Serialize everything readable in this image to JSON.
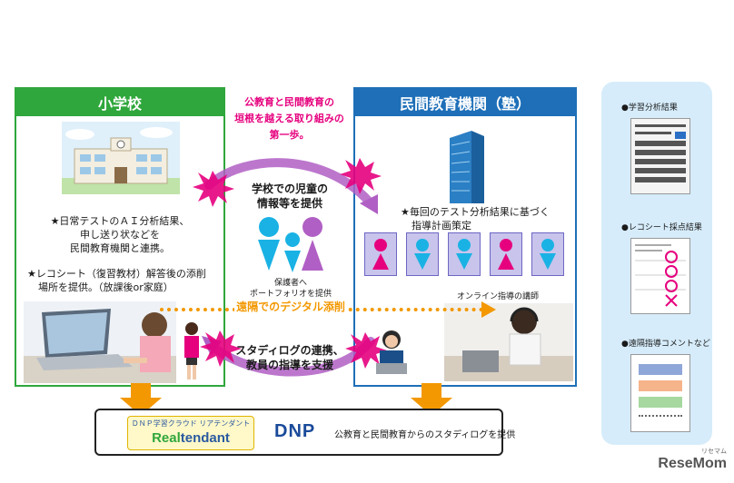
{
  "elementary": {
    "title": "小学校",
    "text1": [
      "★日常テストのＡＩ分析結果、",
      "申し送り状などを",
      "民間教育機関と連携。"
    ],
    "text2": [
      "★レコシート（復習教材）解答後の添削",
      "場所を提供。（放課後or家庭）"
    ]
  },
  "juku": {
    "title": "民間教育機関（塾）",
    "text1": [
      "★毎回のテスト分析結果に基づく",
      "指導計画策定"
    ],
    "tutor_label": "オンライン指導の講師"
  },
  "center": {
    "headline": [
      "公教育と民間教育の",
      "垣根を越える取り組みの",
      "第一歩。"
    ],
    "flow_top": [
      "学校での児童の",
      "情報等を提供"
    ],
    "guardian": [
      "保護者へ",
      "ポートフォリオを提供"
    ],
    "remote": "遠隔でのデジタル添削",
    "flow_bottom": [
      "スタディログの連携、",
      "教員の指導を支援"
    ]
  },
  "side": {
    "item1": "●学習分析結果",
    "item2": "●レコシート採点結果",
    "item3": "●遠隔指導コメントなど"
  },
  "bottom": {
    "logo_top": "ＤＮＰ学習クラウド リアテンダント",
    "logo_main_1": "Real",
    "logo_main_2": "tendant",
    "dnp": "DNP",
    "caption": "公教育と民間教育からのスタディログを提供"
  },
  "watermark": {
    "main": "ReseMom",
    "sub": "リセマム"
  },
  "colors": {
    "green": "#2fa73c",
    "blue": "#1e6fb8",
    "magenta": "#e6007e",
    "orange": "#f39800",
    "purple": "#b05fc4",
    "cyan": "#1ab2e4",
    "side_bg": "#d6ecfa"
  }
}
